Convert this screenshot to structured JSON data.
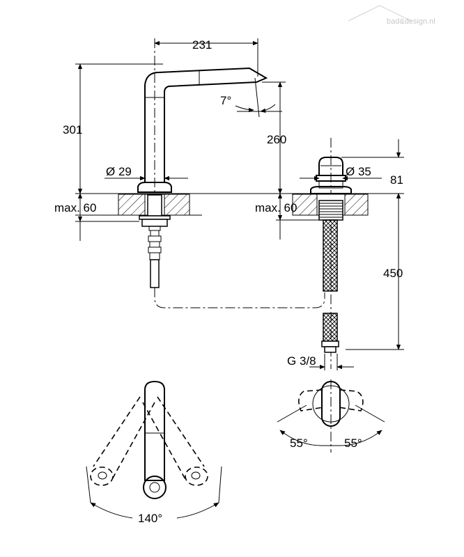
{
  "watermark": "bad&design.nl",
  "dimensions": {
    "spout_reach": "231",
    "total_height": "301",
    "spout_angle": "7°",
    "outlet_height": "260",
    "mixer_diameter": "Ø 29",
    "mixer_max_thickness": "max. 60",
    "handle_diameter": "Ø 35",
    "handle_height": "81",
    "handle_max_thickness": "max. 60",
    "hose_length": "450",
    "connection_thread": "G 3/8",
    "spout_swivel": "140°",
    "lever_angle_left": "55°",
    "lever_angle_right": "55°"
  },
  "colors": {
    "line": "#000000",
    "watermark": "#c8c8c8",
    "background": "#ffffff"
  }
}
